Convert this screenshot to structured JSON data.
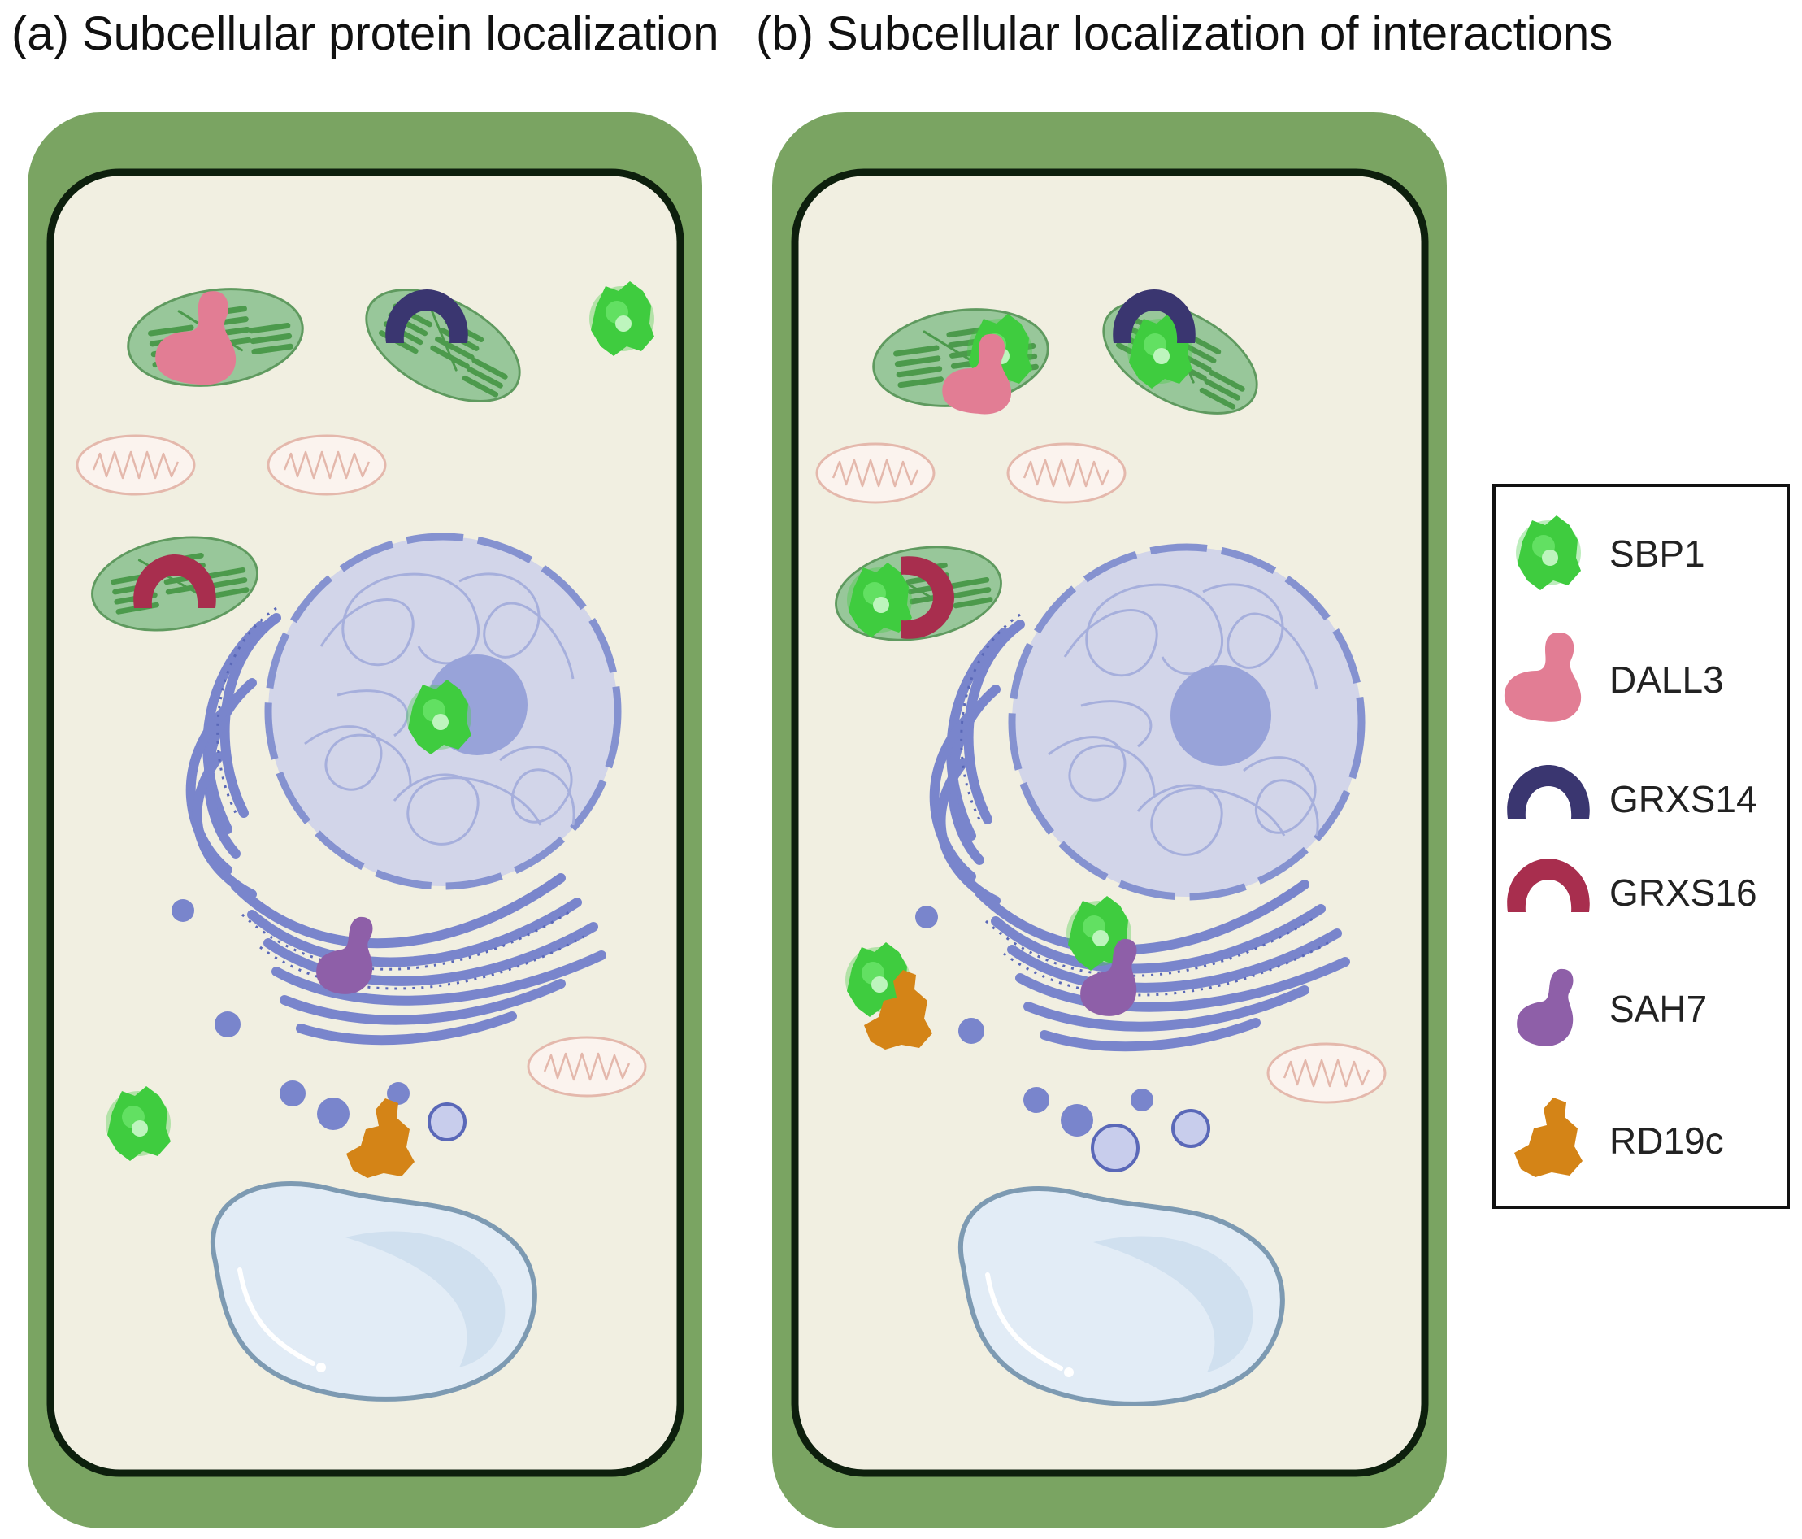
{
  "panels": [
    {
      "id": "a",
      "title": "(a) Subcellular protein localization"
    },
    {
      "id": "b",
      "title": "(b) Subcellular localization of interactions"
    }
  ],
  "legend": {
    "items": [
      {
        "label": "SBP1",
        "color": "#3fcc3f",
        "icon": "sbp1-protein-icon"
      },
      {
        "label": "DALL3",
        "color": "#e27d94",
        "icon": "dall3-protein-icon"
      },
      {
        "label": "GRXS14",
        "color": "#3a3670",
        "icon": "grxs14-protein-icon"
      },
      {
        "label": "GRXS16",
        "color": "#a82e4e",
        "icon": "grxs16-protein-icon"
      },
      {
        "label": "SAH7",
        "color": "#8e5fa8",
        "icon": "sah7-protein-icon"
      },
      {
        "label": "RD19c",
        "color": "#d48417",
        "icon": "rd19c-protein-icon"
      }
    ]
  },
  "colors": {
    "cell_wall": "#7aa462",
    "cell_membrane": "#0d1f0d",
    "cytoplasm": "#f1efe1",
    "chloroplast": "#98c79a",
    "thylakoid": "#4c9a4c",
    "nucleus": "#ccd0ea",
    "nuclear_envelope": "#8592d0",
    "nucleolus": "#98a3d9",
    "er_golgi": "#7985cc",
    "mitochondrion_outline": "#e4b8ac",
    "vacuole": "#e2ecf6",
    "vacuole_outline": "#7d9ab2"
  }
}
